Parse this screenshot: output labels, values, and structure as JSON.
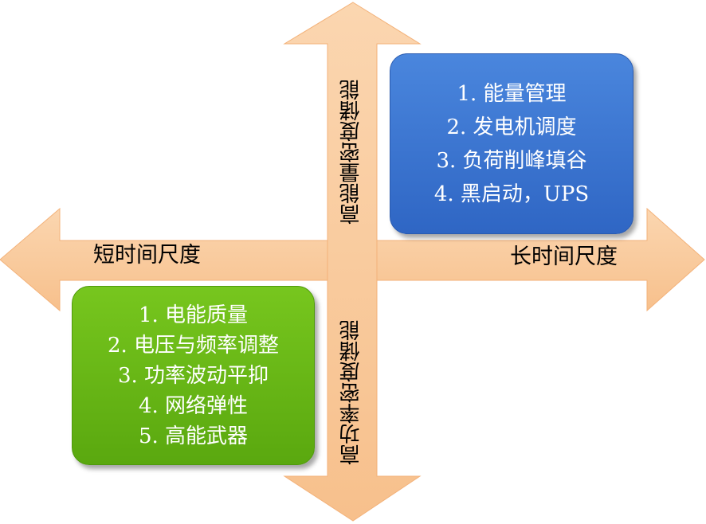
{
  "axes": {
    "left_label": "短时间尺度",
    "right_label": "长时间尺度",
    "top_label": "高能量密度储能",
    "bottom_label": "高功率密度储能"
  },
  "boxes": {
    "top_right": {
      "color": "#3a74d2",
      "items": [
        "1. 能量管理",
        "2. 发电机调度",
        "3. 负荷削峰填谷",
        "4. 黑启动，UPS"
      ]
    },
    "bottom_left": {
      "color": "#68b816",
      "items": [
        "1. 电能质量",
        "2. 电压与频率调整",
        "3. 功率波动平抑",
        "4. 网络弹性",
        "5. 高能武器"
      ]
    }
  },
  "colors": {
    "arrow_fill": "#f9c99b",
    "arrow_stroke": "#f3b27a"
  }
}
